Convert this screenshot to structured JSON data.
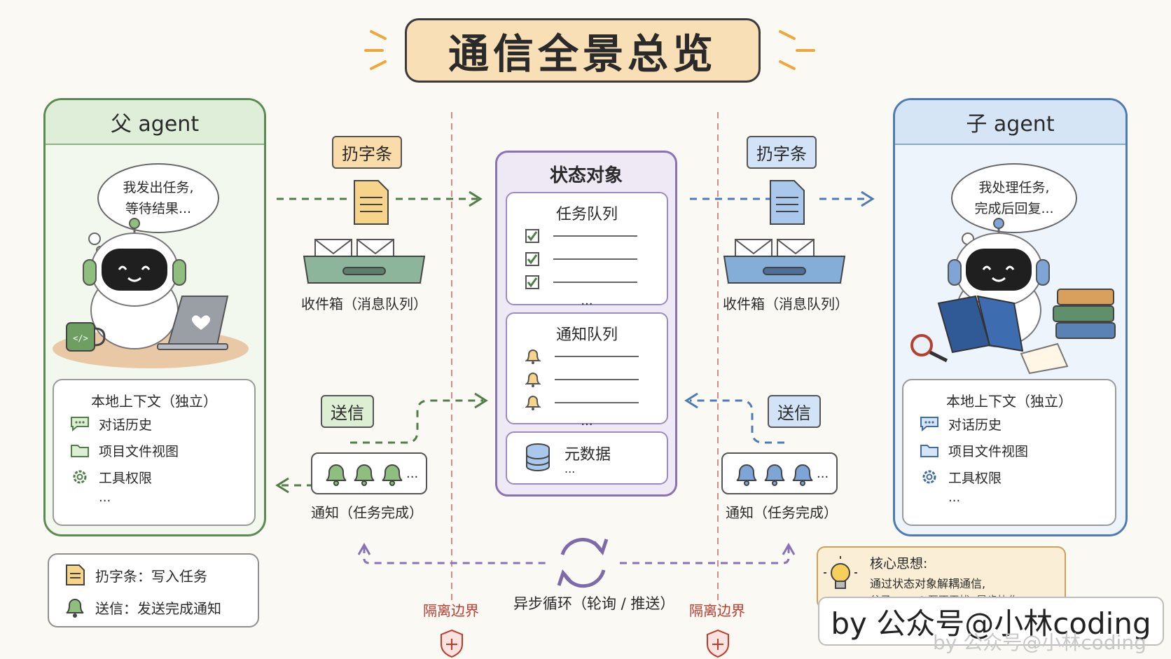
{
  "title": "通信全景总览",
  "parent": {
    "header": "父 agent",
    "thought": [
      "我发出任务,",
      "等待结果..."
    ],
    "context": {
      "title": "本地上下文（独立）",
      "items": [
        "对话历史",
        "项目文件视图",
        "工具权限"
      ],
      "more": "..."
    }
  },
  "child": {
    "header": "子 agent",
    "thought": [
      "我处理任务,",
      "完成后回复..."
    ],
    "context": {
      "title": "本地上下文（独立）",
      "items": [
        "对话历史",
        "项目文件视图",
        "工具权限"
      ],
      "more": "..."
    }
  },
  "left_flow": {
    "note_tag": "扔字条",
    "inbox_label": "收件箱（消息队列）",
    "send_tag": "送信",
    "notify_label": "通知（任务完成）",
    "dots": "..."
  },
  "right_flow": {
    "note_tag": "扔字条",
    "inbox_label": "收件箱（消息队列）",
    "send_tag": "送信",
    "notify_label": "通知（任务完成）",
    "dots": "..."
  },
  "state_object": {
    "title": "状态对象",
    "task_queue": {
      "title": "任务队列",
      "more": "..."
    },
    "notify_queue": {
      "title": "通知队列",
      "more": "..."
    },
    "metadata": {
      "title": "元数据",
      "more": "..."
    }
  },
  "loop_label": "异步循环（轮询 / 推送）",
  "boundary_label": "隔离边界",
  "legend": {
    "note": "扔字条：写入任务",
    "send": "送信：发送完成通知"
  },
  "core_idea": {
    "title": "核心思想:",
    "lines": [
      "通过状态对象解耦通信,",
      "父子 agent 互不干扰, 异步协作。"
    ]
  },
  "watermark": "by 公众号@小林coding",
  "colors": {
    "green": "#5b8a52",
    "blue": "#4f7bb5",
    "purple": "#8a72b6",
    "orange": "#f9dcaa",
    "boundary": "#c0392b"
  }
}
